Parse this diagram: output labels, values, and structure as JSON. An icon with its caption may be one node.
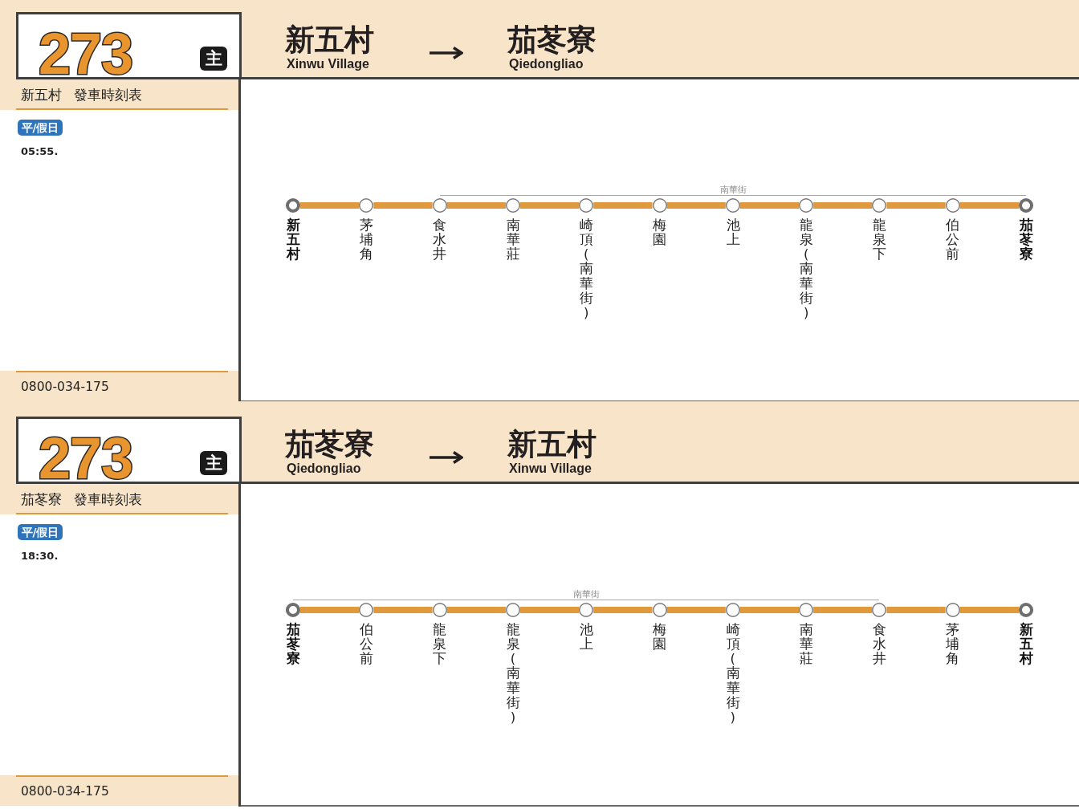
{
  "diagram": {
    "nodes": [
      {
        "text": [
          "273"
        ]
      },
      {
        "text": [
          "主"
        ],
        "in": 0
      },
      {
        "text": [
          "新五村",
          "Xinwu Village"
        ]
      },
      {
        "text": [
          "茄苳寮",
          "Qiedongliao"
        ]
      },
      {
        "text": [
          "新五村 發車時刻表"
        ]
      },
      {
        "text": [
          "平/假日"
        ]
      },
      {
        "text": [
          "新五村"
        ]
      },
      {
        "text": [
          "茅埔角"
        ]
      },
      {
        "text": [
          "食水井"
        ]
      },
      {
        "text": [
          "南華莊"
        ]
      },
      {
        "text": [
          "崎頂(南華街)"
        ]
      },
      {
        "text": [
          "梅園"
        ]
      },
      {
        "text": [
          "池上"
        ]
      },
      {
        "text": [
          "龍泉(南華街)"
        ]
      },
      {
        "text": [
          "龍泉下"
        ]
      },
      {
        "text": [
          "伯公前"
        ]
      },
      {
        "text": [
          "茄苳寮"
        ]
      },
      {
        "text": [
          "0800-034-175"
        ]
      },
      {
        "text": [
          "273"
        ]
      },
      {
        "text": [
          "主"
        ],
        "in": 18
      },
      {
        "text": [
          "茄苳寮",
          "Qiedongliao"
        ]
      },
      {
        "text": [
          "新五村",
          "Xinwu Village"
        ]
      },
      {
        "text": [
          "茄苳寮 發車時刻表"
        ]
      },
      {
        "text": [
          "平/假日"
        ]
      },
      {
        "text": [
          "茄苳寮"
        ]
      },
      {
        "text": [
          "伯公前"
        ]
      },
      {
        "text": [
          "龍泉下"
        ]
      },
      {
        "text": [
          "龍泉(南華街)"
        ]
      },
      {
        "text": [
          "池上"
        ]
      },
      {
        "text": [
          "梅園"
        ]
      },
      {
        "text": [
          "崎頂(南華街)"
        ]
      },
      {
        "text": [
          "南華莊"
        ]
      },
      {
        "text": [
          "食水井"
        ]
      },
      {
        "text": [
          "茅埔角"
        ]
      },
      {
        "text": [
          "新五村"
        ]
      },
      {
        "text": [
          "0800-034-175"
        ]
      }
    ],
    "edges": [
      {
        "from": 2,
        "to": 3,
        "arrow": "to",
        "color": "#231f20"
      },
      {
        "from": 6,
        "to": 7,
        "arrow": "none"
      },
      {
        "from": 7,
        "to": 8,
        "arrow": "none"
      },
      {
        "from": 8,
        "to": 9,
        "arrow": "none"
      },
      {
        "from": 9,
        "to": 10,
        "arrow": "none"
      },
      {
        "from": 10,
        "to": 11,
        "arrow": "none"
      },
      {
        "from": 11,
        "to": 12,
        "arrow": "none"
      },
      {
        "from": 12,
        "to": 13,
        "arrow": "none"
      },
      {
        "from": 13,
        "to": 14,
        "arrow": "none"
      },
      {
        "from": 14,
        "to": 15,
        "arrow": "none"
      },
      {
        "from": 15,
        "to": 16,
        "arrow": "none"
      },
      {
        "from": 20,
        "to": 21,
        "arrow": "to",
        "color": "#231f20"
      },
      {
        "from": 24,
        "to": 25,
        "arrow": "none"
      },
      {
        "from": 25,
        "to": 26,
        "arrow": "none"
      },
      {
        "from": 26,
        "to": 27,
        "arrow": "none"
      },
      {
        "from": 27,
        "to": 28,
        "arrow": "none"
      },
      {
        "from": 28,
        "to": 29,
        "arrow": "none"
      },
      {
        "from": 29,
        "to": 30,
        "arrow": "none"
      },
      {
        "from": 30,
        "to": 31,
        "arrow": "none"
      },
      {
        "from": 31,
        "to": 32,
        "arrow": "none"
      },
      {
        "from": 32,
        "to": 33,
        "arrow": "none"
      },
      {
        "from": 33,
        "to": 34,
        "arrow": "none"
      }
    ],
    "labels": [
      "05:55.",
      "南華街",
      "18:30.",
      "南華街"
    ]
  }
}
